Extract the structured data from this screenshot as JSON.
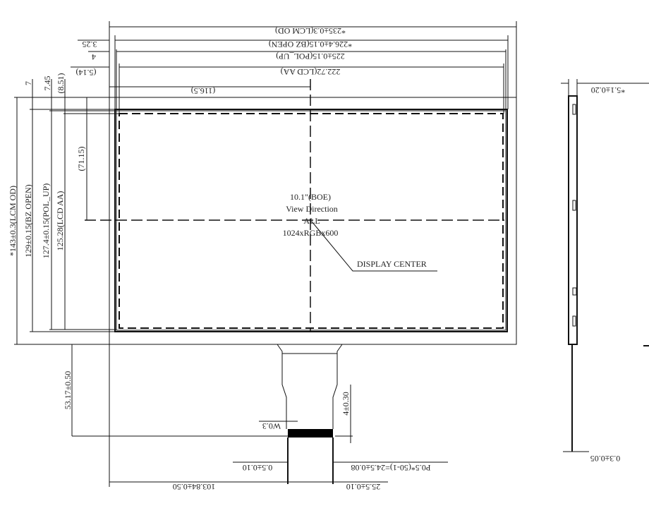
{
  "top_dims": {
    "lcm_od": "*235±0.3(LCM OD)",
    "bz_open": "*226.4±0.15(BZ OPEN)",
    "pol_up": "225±0.15(POL_UP)",
    "lcd_aa": "222.72(LCD AA)",
    "center_x": "(116.5)",
    "off_325": "3.25",
    "off_4": "4",
    "off_514": "(5.14)"
  },
  "left_dims": {
    "lcm_od": "*143±0.3(LCM OD)",
    "bz_open": "129±0.15(BZ OPEN)",
    "pol_up": "127.4±0.15(POL_UP)",
    "lcd_aa": "125.28(LCD AA)",
    "center_y": "(71.15)",
    "off_7": "7",
    "off_745": "7.45",
    "off_851": "(8.51)"
  },
  "center_notes": {
    "size": "10.1\"(BOE)",
    "view": "View Direction",
    "all": "ALL",
    "resolution": "1024xRGBx600",
    "display_center": "DISPLAY CENTER"
  },
  "fpc_dims": {
    "fpc_length": "53.17±0.50",
    "contact_length": "4±0.30",
    "width_w": "W0.3",
    "pin_width": "0.5±0.10",
    "pitch": "P0.5*(50-1)=24.5±0.08",
    "left_offset": "103.84±0.50",
    "fpc_width": "25.5±0.10"
  },
  "side_view": {
    "thickness": "*5.1±0.20",
    "fpc_thickness": "0.3±0.05"
  }
}
